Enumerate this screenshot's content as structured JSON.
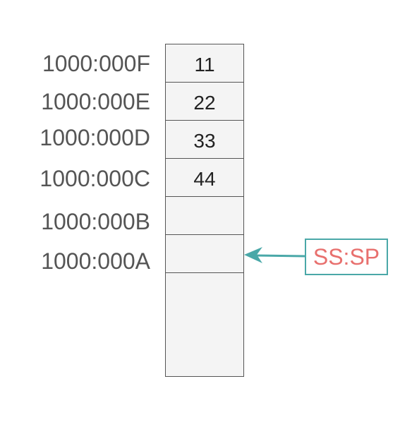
{
  "stack": {
    "cells": [
      {
        "address": "1000:000F",
        "value": "11"
      },
      {
        "address": "1000:000E",
        "value": "22"
      },
      {
        "address": "1000:000D",
        "value": "33"
      },
      {
        "address": "1000:000C",
        "value": "44"
      },
      {
        "address": "1000:000B",
        "value": ""
      },
      {
        "address": "1000:000A",
        "value": ""
      }
    ]
  },
  "pointer": {
    "label": "SS:SP",
    "target_address": "1000:000A"
  },
  "colors": {
    "cell_fill": "#f4f4f4",
    "cell_border": "#555555",
    "address_text": "#555555",
    "pointer_text": "#e8706e",
    "pointer_border": "#4aa8a8",
    "arrow": "#4aa8a8"
  }
}
